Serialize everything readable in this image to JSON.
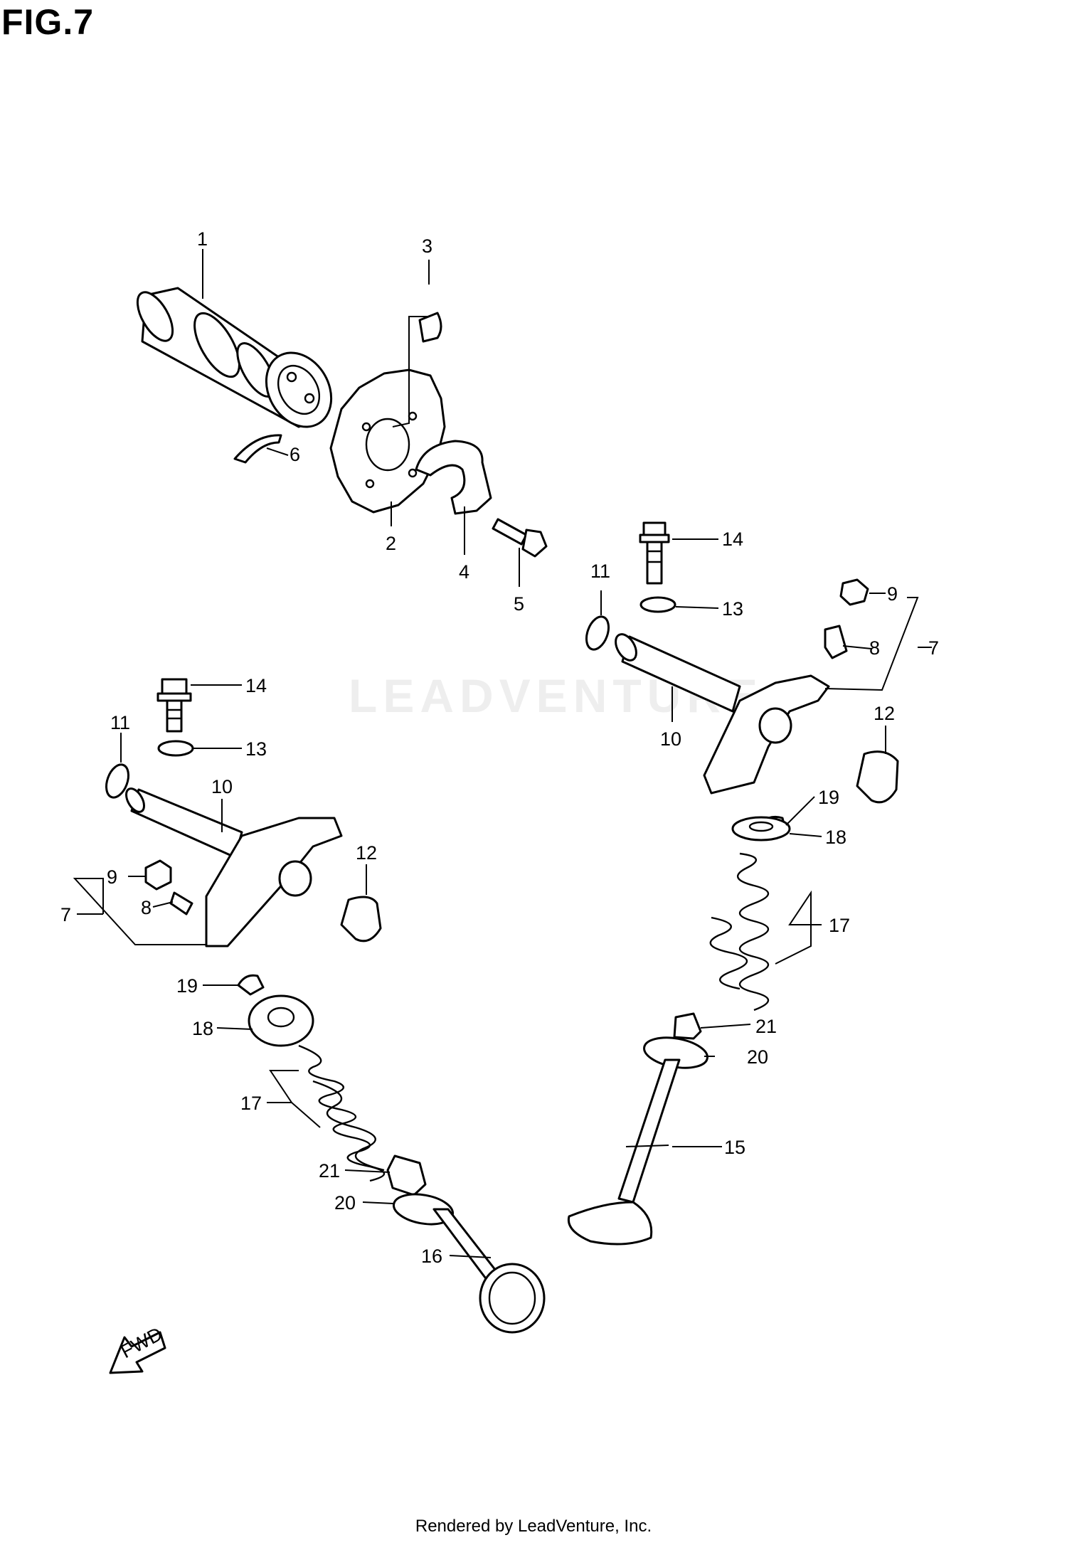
{
  "title": "FIG.7",
  "footer": "Rendered by LeadVenture, Inc.",
  "watermark": "LEADVENTURE",
  "fwd_label": "FWD",
  "callouts": {
    "c1": "1",
    "c2": "2",
    "c3": "3",
    "c4": "4",
    "c5": "5",
    "c6": "6",
    "c7a": "7",
    "c7b": "7",
    "c8a": "8",
    "c8b": "8",
    "c9a": "9",
    "c9b": "9",
    "c10a": "10",
    "c10b": "10",
    "c11a": "11",
    "c11b": "11",
    "c12a": "12",
    "c12b": "12",
    "c13a": "13",
    "c13b": "13",
    "c14a": "14",
    "c14b": "14",
    "c15": "15",
    "c16": "16",
    "c17a": "17",
    "c17b": "17",
    "c18a": "18",
    "c18b": "18",
    "c19a": "19",
    "c19b": "19",
    "c20a": "20",
    "c20b": "20",
    "c21a": "21",
    "c21b": "21"
  }
}
